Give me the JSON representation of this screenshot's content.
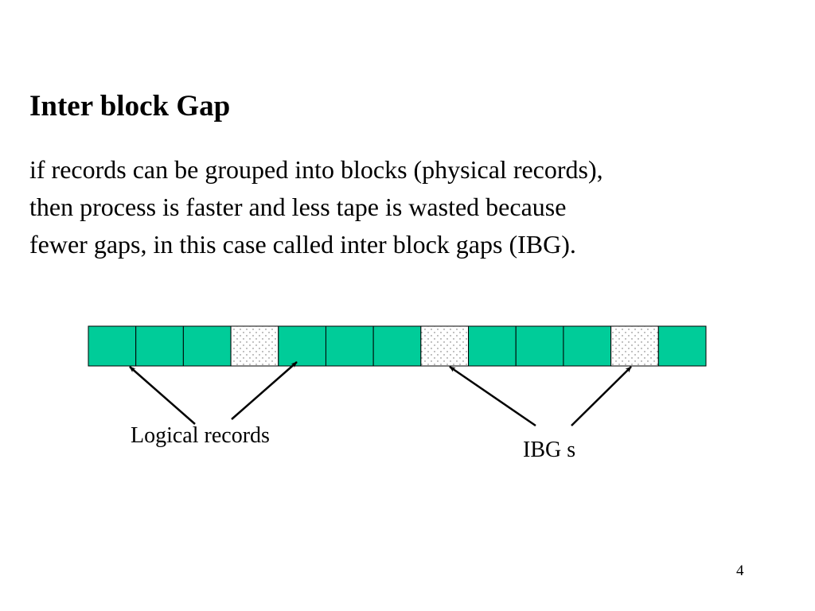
{
  "slide": {
    "title": "Inter block Gap",
    "body_lines": [
      "if records can be grouped into blocks (physical records),",
      "then process is faster and less tape is wasted because",
      "fewer gaps, in this case called inter block gaps (IBG)."
    ],
    "page_number": "4"
  },
  "diagram": {
    "cells": [
      "record",
      "record",
      "record",
      "gap",
      "record",
      "record",
      "record",
      "gap",
      "record",
      "record",
      "record",
      "gap",
      "record"
    ],
    "record_color": "#00cc99",
    "gap_color": "#ffffff",
    "labels": {
      "logical_records": "Logical records",
      "ibg": "IBG s"
    }
  }
}
